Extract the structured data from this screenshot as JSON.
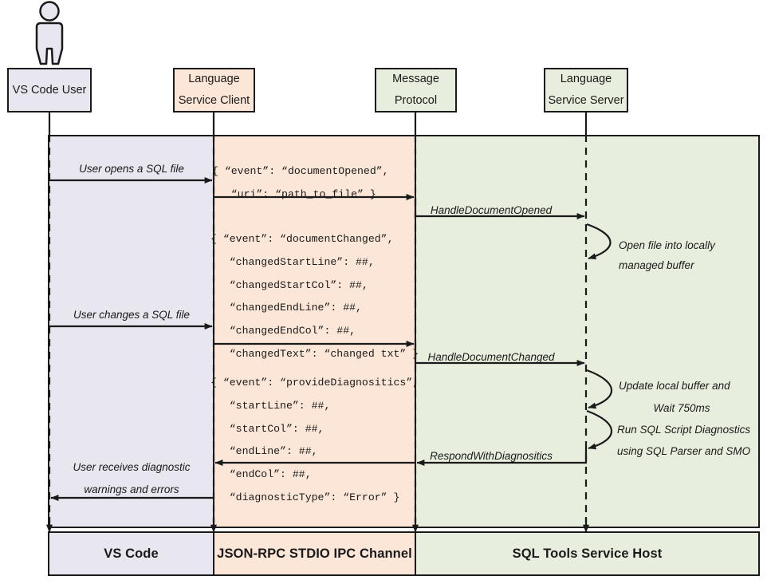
{
  "colors": {
    "vscode_band": "#e8e6ef",
    "ipc_band": "#fce6d8",
    "host_band": "#e8eedd",
    "stroke": "#1a1a1a"
  },
  "actor": {
    "name": "actor-figure"
  },
  "participants": [
    {
      "id": "vs-code-user",
      "line1": "VS Code User",
      "line2": ""
    },
    {
      "id": "language-service-client",
      "line1": "Language",
      "line2": "Service Client"
    },
    {
      "id": "message-protocol",
      "line1": "Message",
      "line2": "Protocol"
    },
    {
      "id": "language-service-server",
      "line1": "Language",
      "line2": "Service Server"
    }
  ],
  "messages": {
    "user_opens": "User opens a SQL file",
    "user_changes": "User changes a SQL file",
    "user_receives_l1": "User receives diagnostic",
    "user_receives_l2": "warnings and errors",
    "handle_document_opened": "HandleDocumentOpened",
    "handle_document_changed": "HandleDocumentChanged",
    "respond_with_diagnositics": "RespondWithDiagnositics"
  },
  "self_calls": [
    {
      "id": "open-file-buffer",
      "line1": "Open file into locally",
      "line2": "managed buffer"
    },
    {
      "id": "update-buffer-wait",
      "line1": "Update local buffer and",
      "line2": "Wait 750ms"
    },
    {
      "id": "run-diagnostics",
      "line1": "Run SQL Script Diagnostics",
      "line2": "using SQL Parser and SMO"
    }
  ],
  "payloads": {
    "document_opened": "{ “event”: “documentOpened”,\n   “uri”: “path_to_file” }",
    "document_changed": "{ “event”: “documentChanged”,\n   “changedStartLine”: ##,\n   “changedStartCol”: ##,\n   “changedEndLine”: ##,\n   “changedEndCol”: ##,\n   “changedText”: “changed txt” }",
    "provide_diagnositics": "{ “event”: “provideDiagnositics”,\n   “startLine”: ##,\n   “startCol”: ##,\n   “endLine”: ##,\n   “endCol”: ##,\n   “diagnosticType”: “Error” }"
  },
  "footer": [
    {
      "id": "footer-vs-code",
      "label": "VS Code"
    },
    {
      "id": "footer-ipc",
      "label": "JSON-RPC STDIO IPC Channel"
    },
    {
      "id": "footer-host",
      "label": "SQL Tools Service Host"
    }
  ]
}
